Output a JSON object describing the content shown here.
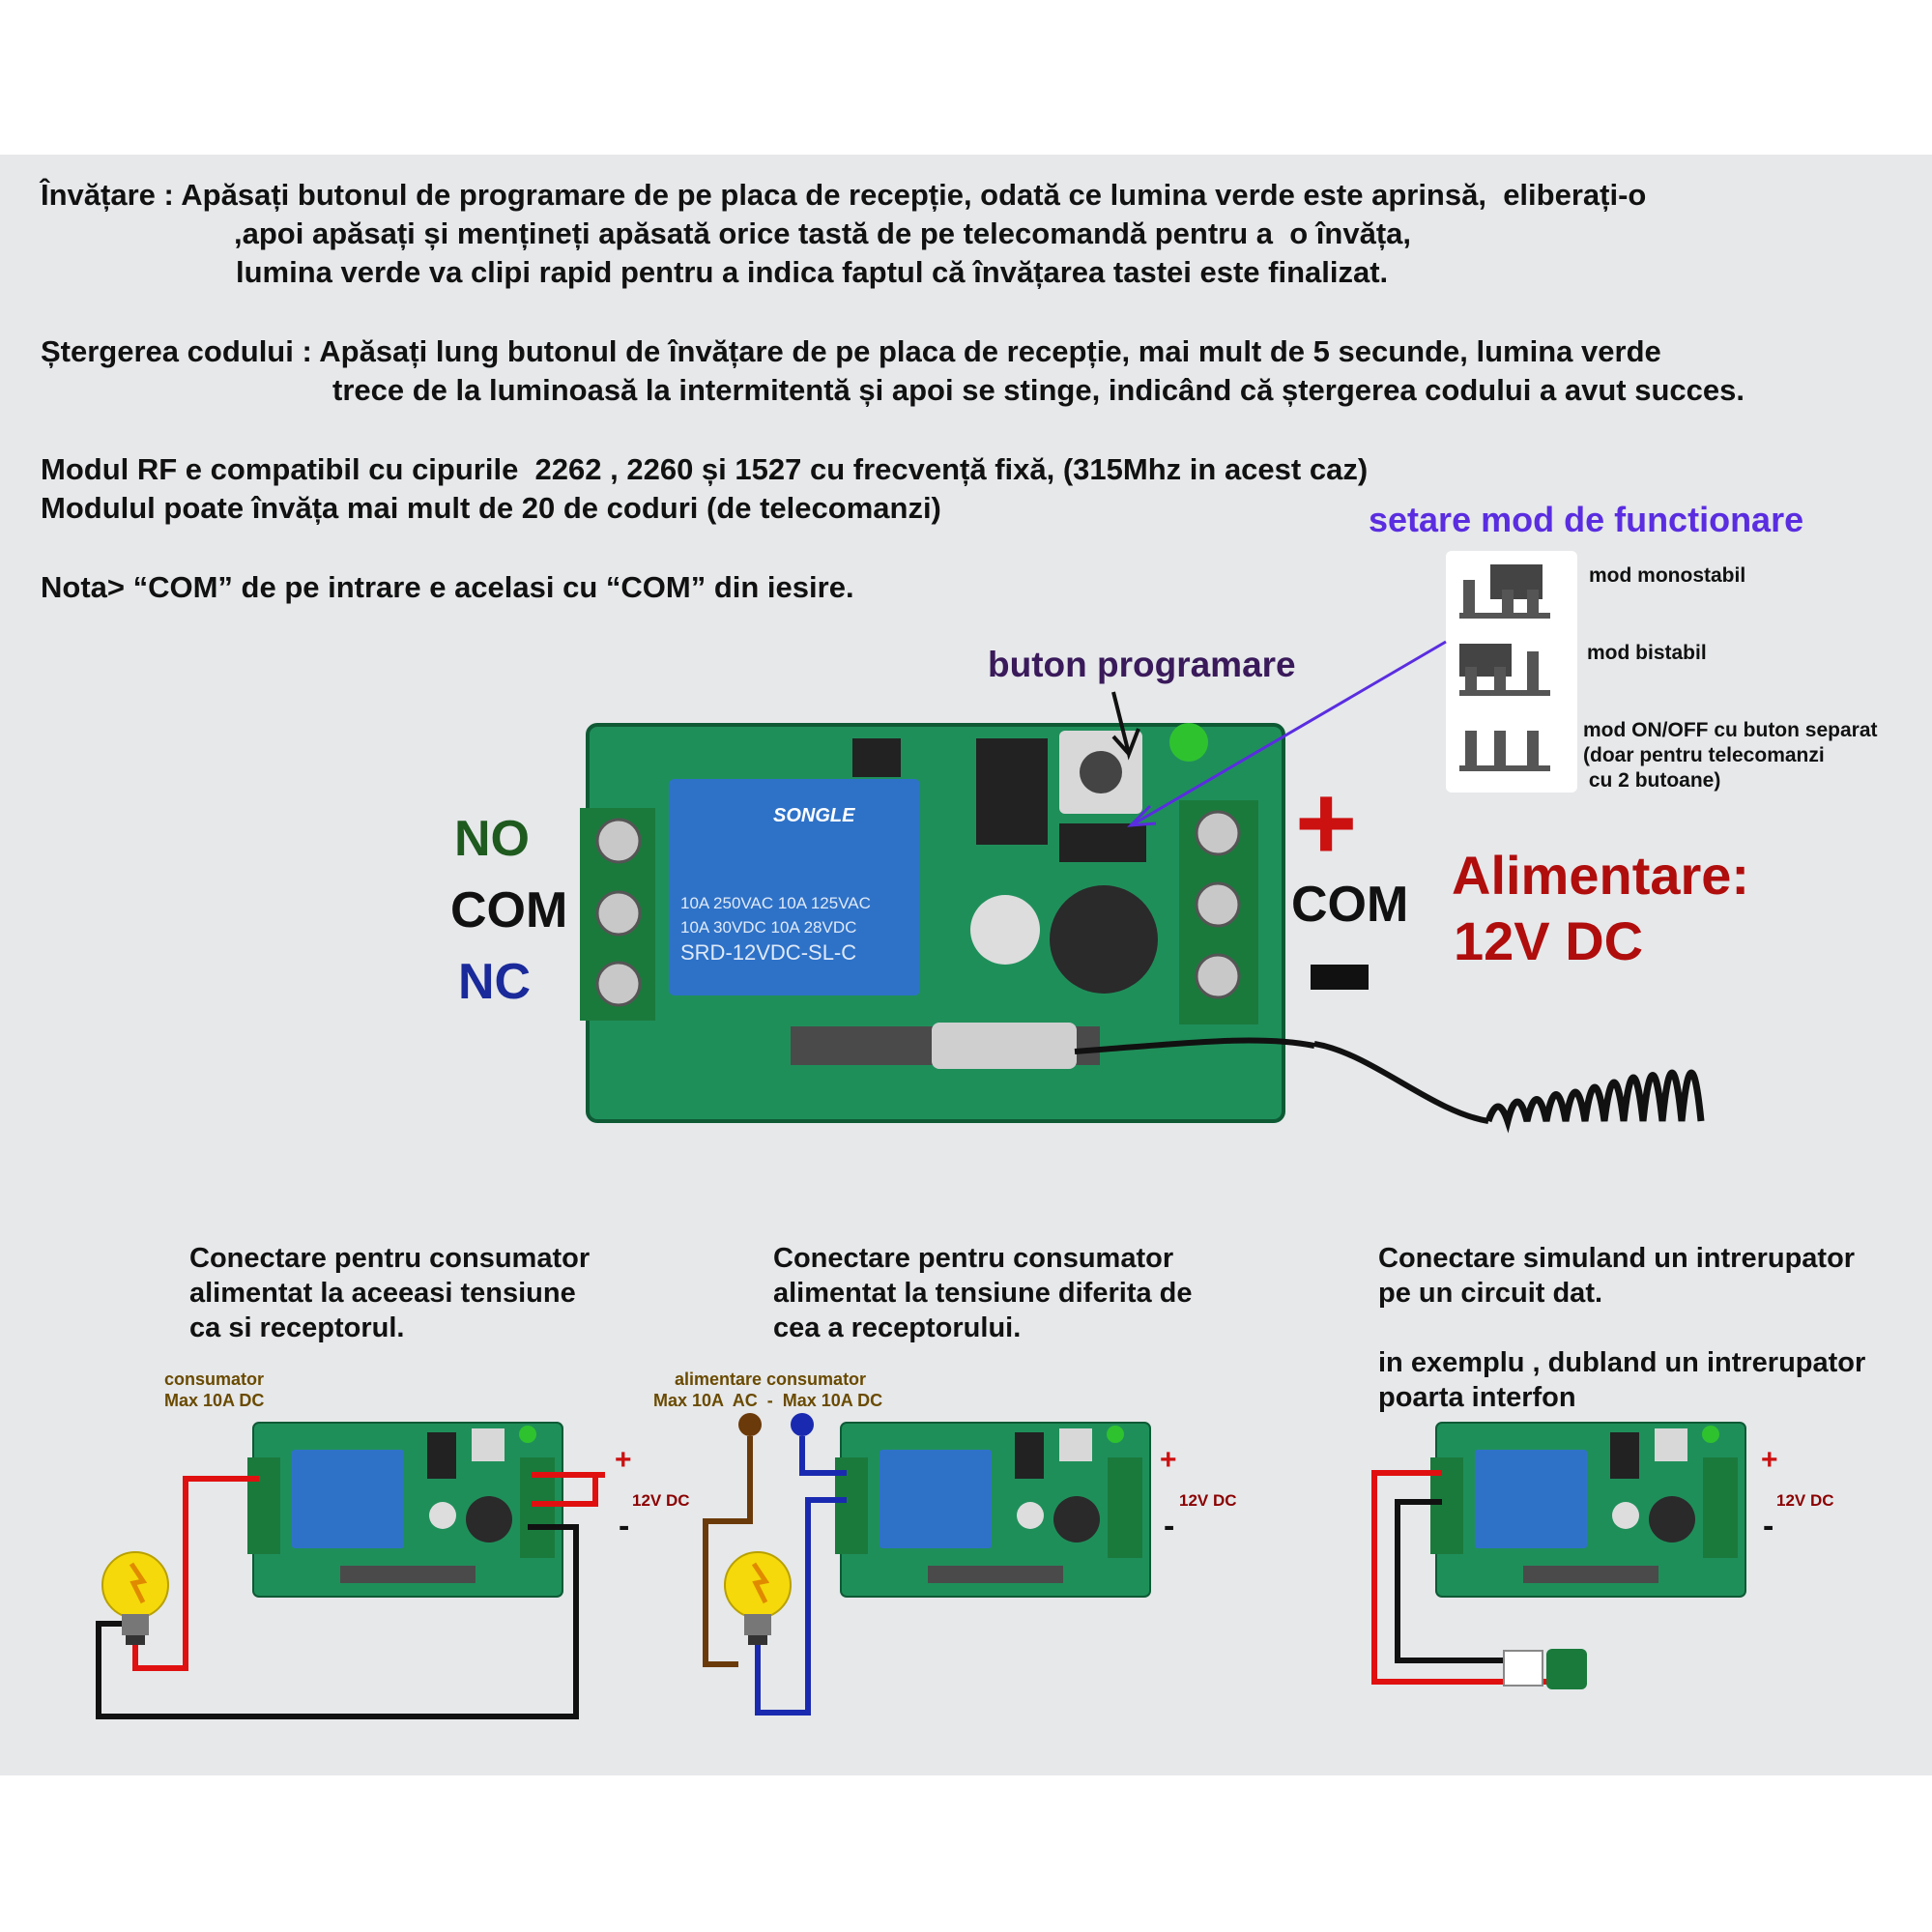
{
  "instructions": {
    "learning": {
      "lines": [
        "Învățare : Apăsați butonul de programare de pe placa de recepție, odată ce lumina verde este aprinsă,  eliberați-o",
        ",apoi apăsați și mențineți apăsată orice tastă de pe telecomandă pentru a  o învăța,",
        "lumina verde va clipi rapid pentru a indica faptul că învățarea tastei este finalizat."
      ]
    },
    "erase": {
      "lines": [
        "Ștergerea codului : Apăsați lung butonul de învățare de pe placa de recepție, mai mult de 5 secunde, lumina verde",
        "trece de la luminoasă la intermitentă și apoi se stinge, indicând că ștergerea codului a avut succes."
      ]
    },
    "rf_module": "Modul RF e compatibil cu cipurile  2262 , 2260 și 1527 cu frecvență fixă, (315Mhz in acest caz)",
    "codes": "Modulul poate învăța mai mult de 20 de coduri (de telecomanzi)",
    "note": "Nota> “COM” de pe intrare e acelasi cu “COM” din iesire."
  },
  "mode_setting": {
    "title": "setare mod de functionare",
    "title_color": "#5a2de0",
    "modes": [
      "mod monostabil",
      "mod bistabil",
      "mod ON/OFF cu buton separat",
      "(doar pentru telecomanzi",
      " cu 2 butoane)"
    ]
  },
  "board": {
    "button_label": "buton programare",
    "button_label_color": "#3a1a5a",
    "relay_brand": "SONGLE",
    "relay_lines": [
      "10A 250VAC  10A 125VAC",
      "10A  30VDC  10A  28VDC",
      "SRD-12VDC-SL-C"
    ],
    "output_terminals": {
      "no": "NO",
      "com": "COM",
      "nc": "NC"
    },
    "output_colors": {
      "no": "#1f5a1f",
      "com": "#111111",
      "nc": "#1a2a9a"
    },
    "input_terminals": {
      "plus": "+",
      "com": "COM",
      "minus": "—"
    },
    "power_label": "Alimentare:",
    "power_value": "12V DC",
    "power_color": "#b00d0d",
    "pcb_color": "#1f8f5a",
    "relay_color": "#2e72c8"
  },
  "examples": [
    {
      "lines": [
        "Conectare pentru consumator",
        "alimentat la aceeasi tensiune",
        "ca si receptorul."
      ],
      "load_label": [
        "consumator",
        "Max 10A DC"
      ],
      "plus": "+",
      "minus": "-",
      "voltage": "12V DC"
    },
    {
      "lines": [
        "Conectare pentru consumator",
        "alimentat la tensiune diferita de",
        "cea a receptorului."
      ],
      "load_label": [
        "alimentare consumator",
        "Max 10A  AC  -  Max 10A DC"
      ],
      "plus": "+",
      "minus": "-",
      "voltage": "12V DC"
    },
    {
      "lines": [
        "Conectare simuland un intrerupator",
        "pe un circuit dat.",
        "",
        "in exemplu , dubland un intrerupator",
        "poarta interfon"
      ],
      "plus": "+",
      "minus": "-",
      "voltage": "12V DC"
    }
  ],
  "colors": {
    "background_panel": "#e6e8ea",
    "load_label": "#6a4a00",
    "voltage_label": "#8b0000",
    "wire_red": "#e01010",
    "wire_black": "#111111",
    "wire_brown": "#6b3a0a",
    "wire_blue": "#1a2ab0"
  }
}
